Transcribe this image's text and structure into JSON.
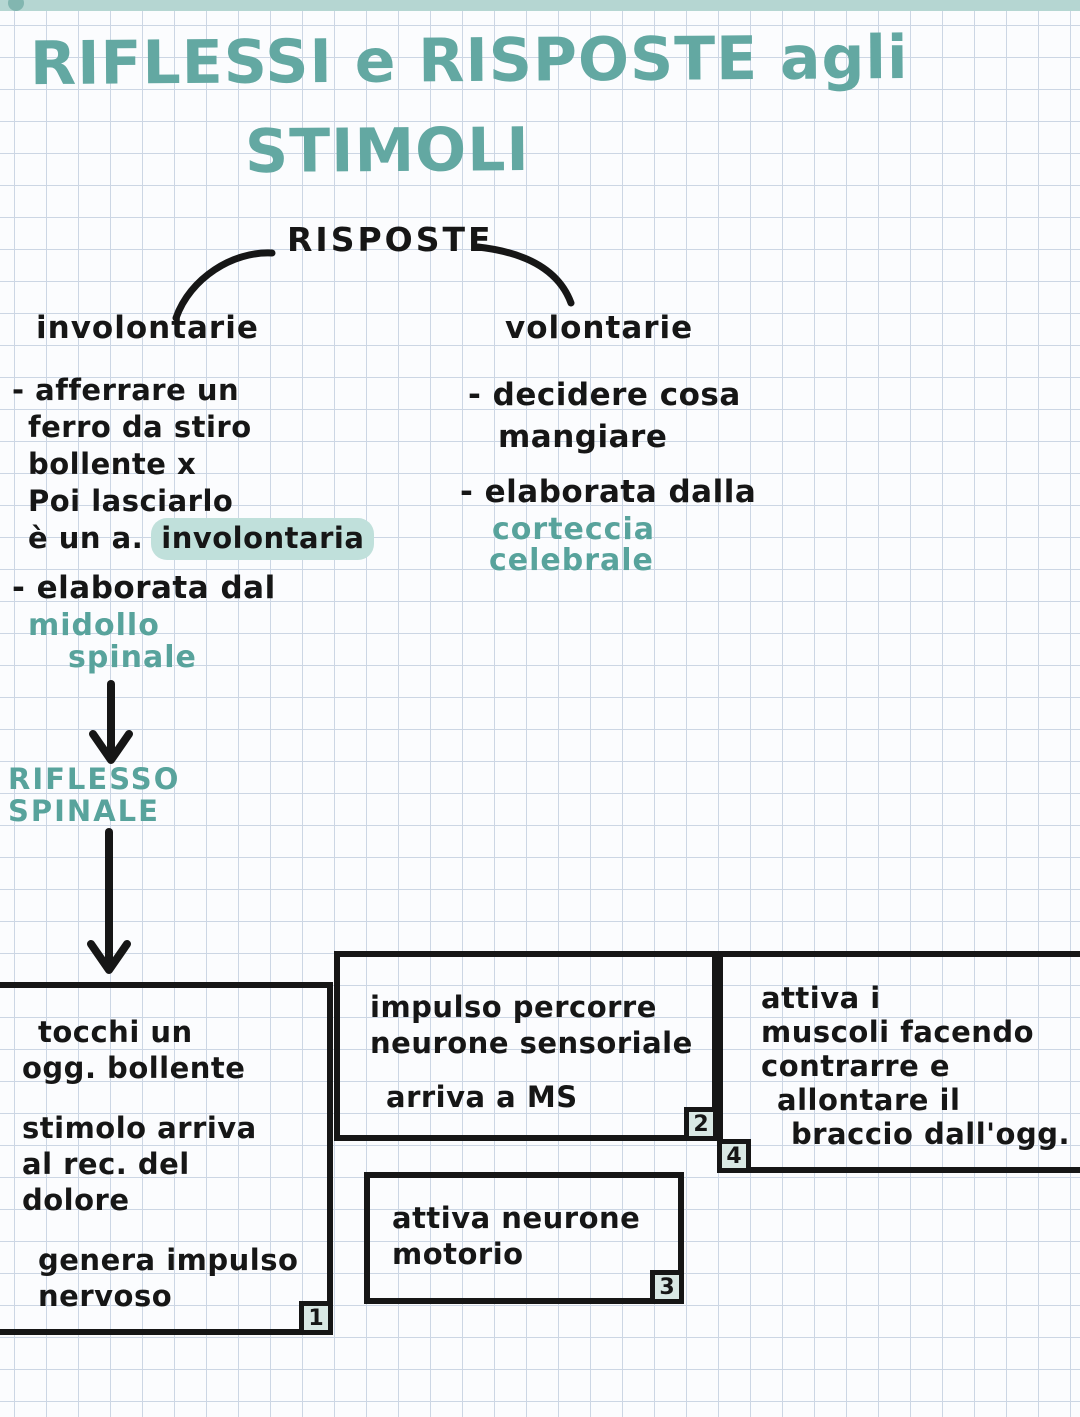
{
  "title": {
    "line1": "RIFLESSI e RISPOSTE agli",
    "line2": "STIMOLI"
  },
  "map": {
    "root_label": "RISPOSTE",
    "involuntary": {
      "header": "involontarie",
      "example_line1": "- afferrare un",
      "example_line2": "ferro da stiro",
      "example_line3": "bollente x",
      "example_line4": "Poi lasciarlo",
      "example_line5_prefix": "è un a.",
      "example_highlighted_word": "involontaria",
      "elaboration_label": "- elaborata dal",
      "elaboration_source_line1": "midollo",
      "elaboration_source_line2": "spinale",
      "reflex_line1": "RIFLESSO",
      "reflex_line2": "SPINALE"
    },
    "voluntary": {
      "header": "volontarie",
      "example_line1": "- decidere cosa",
      "example_line2": "mangiare",
      "elaboration_label": "- elaborata dalla",
      "elaboration_source_line1": "corteccia",
      "elaboration_source_line2": "celebrale"
    }
  },
  "steps": {
    "step1": {
      "number": "1",
      "line1": "tocchi un",
      "line2": "ogg. bollente",
      "line3": "stimolo arriva",
      "line4": "al rec. del",
      "line5": "dolore",
      "line6": "genera impulso",
      "line7": "nervoso"
    },
    "step2": {
      "number": "2",
      "line1": "impulso percorre",
      "line2": "neurone sensoriale",
      "line3": "arriva a MS"
    },
    "step3": {
      "number": "3",
      "line1": "attiva neurone",
      "line2": "motorio"
    },
    "step4": {
      "number": "4",
      "line1": "attiva i",
      "line2": "muscoli facendo",
      "line3": "contrarre e",
      "line4": "allontare il",
      "line5": "braccio dall'ogg."
    }
  },
  "colors": {
    "title_teal": "#63a8a2",
    "teal_ink": "#58a39c",
    "highlight": "#c0e0db",
    "badge_bg": "#d9e8e4",
    "top_strip": "#b5d6d2",
    "grid_line": "#ccd6e4",
    "paper": "#fbfcfe",
    "ink": "#161616"
  }
}
